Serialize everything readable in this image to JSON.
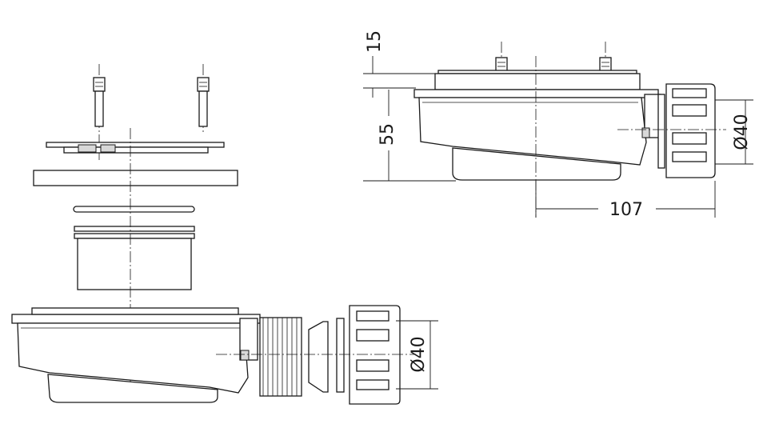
{
  "dimensions": {
    "top_height": "15",
    "body_height": "55",
    "width": "107",
    "side_outlet_diameter": "Ø40",
    "exploded_outlet_diameter": "Ø40"
  },
  "colors": {
    "line": "#1a1a1a",
    "background": "#ffffff",
    "shade": "#d8d8d8"
  }
}
